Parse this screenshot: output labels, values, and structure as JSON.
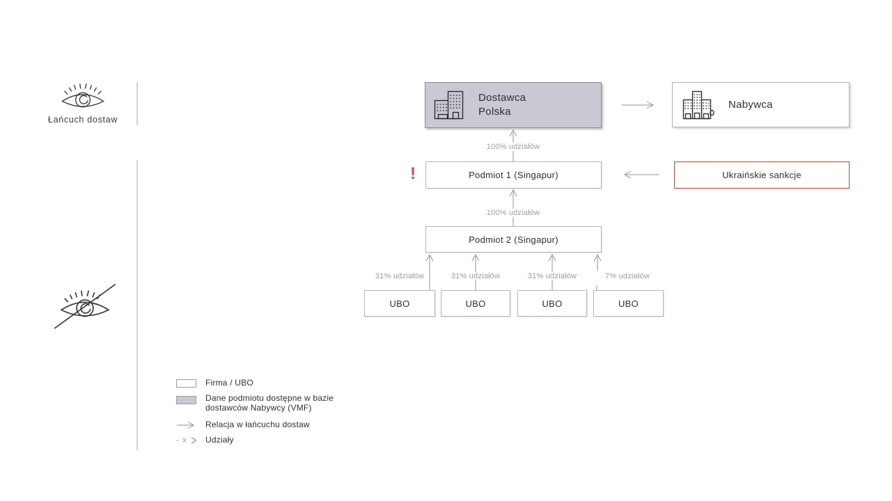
{
  "panel": {
    "supply_chain_label": "Łańcuch dostaw"
  },
  "diagram": {
    "dostawca": {
      "line1": "Dostawca",
      "line2": "Polska"
    },
    "nabywca": {
      "label": "Nabywca"
    },
    "podmiot1": {
      "label": "Podmiot 1 (Singapur)",
      "alert": "!"
    },
    "sankcje": {
      "label": "Ukraińskie sankcje"
    },
    "podmiot2": {
      "label": "Podmiot 2 (Singapur)"
    },
    "ubos": [
      "UBO",
      "UBO",
      "UBO",
      "UBO"
    ],
    "edges": {
      "dostawca_ownership": "100% udziałów",
      "podmiot2_ownership": "100% udziałów",
      "ubo_shares": [
        "31% udziałów",
        "31% udziałów",
        "31% udziałów",
        "7% udziałów"
      ]
    }
  },
  "legend": {
    "firma": {
      "label": "Firma / UBO"
    },
    "vmf": {
      "label_line1": "Dane podmiotu dostępne w bazie",
      "label_line2": "dostawców Nabywcy (VMF)"
    },
    "relacja": {
      "label": "Relacja w łańcuchu dostaw"
    },
    "udzialy": {
      "symbol_text": "- x",
      "label": "Udziały"
    }
  },
  "colors": {
    "highlight_fill": "#c9c9d3",
    "highlight_border": "#8c8c96",
    "box_border": "#b4b4bb",
    "sanction_border": "#c0544a",
    "alert_red": "#d14b3e",
    "line_gray": "#8f8f98",
    "edge_label_gray": "#9b9ba4",
    "text_dark": "#2e2e38"
  }
}
